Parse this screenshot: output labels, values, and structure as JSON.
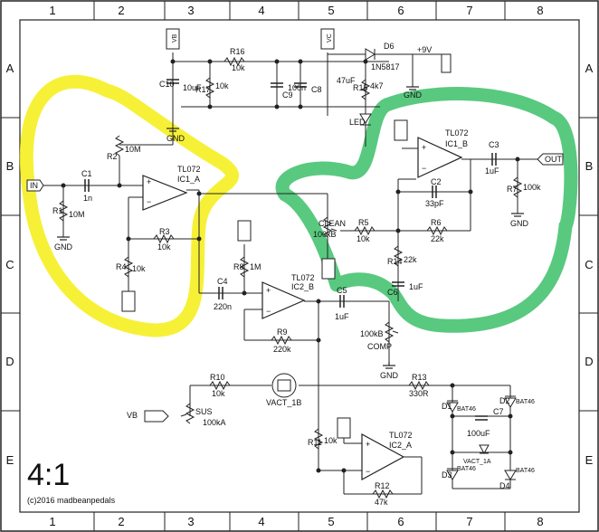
{
  "sheet": {
    "cols": [
      "1",
      "2",
      "3",
      "4",
      "5",
      "6",
      "7",
      "8"
    ],
    "rows": [
      "A",
      "B",
      "C",
      "D",
      "E"
    ],
    "ratio": "4:1",
    "copyright": "(c)2016 madbeanpedals"
  },
  "highlights": {
    "left_color": "#f5ee14",
    "right_color": "#3cbf6a"
  },
  "components": {
    "vb1": "VB",
    "vc": "VC",
    "d6": "D6",
    "d6_val": "1N5817",
    "plus9v": "+9V",
    "r16": "R16",
    "r16_val": "10k",
    "c10": "C10",
    "c10_val": "10uF",
    "r17": "R17",
    "r17_val": "10k",
    "c9": "C9",
    "c9_val": "100n",
    "c8": "C8",
    "c8_val": "47uF",
    "r15": "R15",
    "r15_val": "4k7",
    "gnd": "GND",
    "led": "LED",
    "in": "IN",
    "c1": "C1",
    "c1_val": "1n",
    "r1": "R1",
    "r1_val": "10M",
    "r2": "R2",
    "r2_val": "10M",
    "ic1a_type": "TL072",
    "ic1a": "IC1_A",
    "r3": "R3",
    "r3_val": "10k",
    "r4": "R4",
    "r4_val": "10k",
    "r8": "R8",
    "r8_val": "1M",
    "c4": "C4",
    "c4_val": "220n",
    "ic2b_type": "TL072",
    "ic2b": "IC2_B",
    "r9": "R9",
    "r9_val": "220k",
    "c5": "C5",
    "c5_val": "1uF",
    "clean": "CLEAN",
    "clean_val": "100kB",
    "r5": "R5",
    "r5_val": "10k",
    "r6": "R6",
    "r6_val": "22k",
    "r14": "R14",
    "r14_val": "22k",
    "c6": "C6",
    "c6_val": "1uF",
    "comp": "COMP",
    "comp_val": "100kB",
    "ic1b_type": "TL072",
    "ic1b": "IC1_B",
    "c2": "C2",
    "c2_val": "33pF",
    "c3": "C3",
    "c3_val": "1uF",
    "r7": "R7",
    "r7_val": "100k",
    "out": "OUT",
    "r10": "R10",
    "r10_val": "10k",
    "sus": "SUS",
    "sus_val": "100kA",
    "vact1b": "VACT_1B",
    "r13": "R13",
    "r13_val": "330R",
    "r11": "R11",
    "r11_val": "10k",
    "ic2a_type": "TL072",
    "ic2a": "IC2_A",
    "r12": "R12",
    "r12_val": "47k",
    "d1": "D1",
    "d2": "D2",
    "d3": "D3",
    "d4": "D4",
    "bat": "BAT46",
    "c7": "C7",
    "c7_val": "100uF",
    "vact1a": "VACT_1A"
  }
}
